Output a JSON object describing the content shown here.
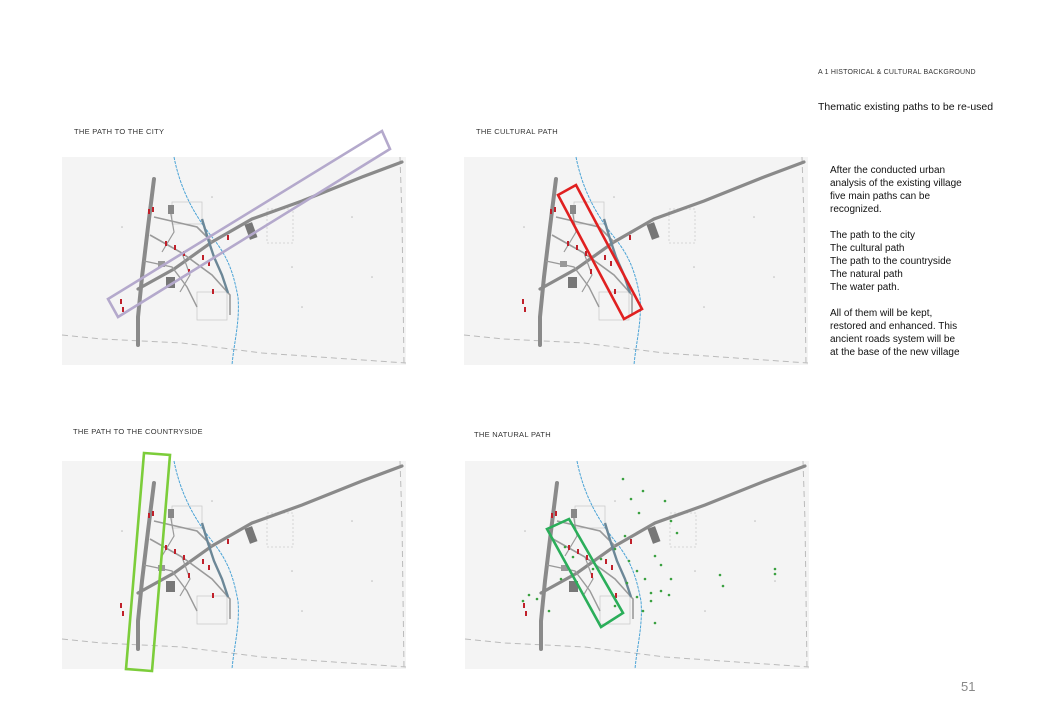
{
  "header": {
    "section": "A 1 HISTORICAL & CULTURAL BACKGROUND",
    "subtitle": "Thematic existing paths to be re-used"
  },
  "panels": [
    {
      "id": "city",
      "label": "THE PATH TO THE CITY",
      "highlight_color": "#b4a9cc"
    },
    {
      "id": "cultural",
      "label": "THE CULTURAL PATH",
      "highlight_color": "#e02020"
    },
    {
      "id": "countryside",
      "label": "THE PATH TO THE COUNTRYSIDE",
      "highlight_color": "#7ccd3a"
    },
    {
      "id": "natural",
      "label": "THE NATURAL PATH",
      "highlight_color": "#2bae5a"
    }
  ],
  "description": {
    "intro": [
      "After the conducted urban",
      "analysis of the existing village",
      "five main paths can be",
      "recognized."
    ],
    "paths": [
      "The path to the city",
      "The cultural path",
      "The path to the countryside",
      "The natural path",
      "The water path."
    ],
    "conclusion": [
      "All of them will be kept,",
      "restored and enhanced. This",
      "ancient roads system will be",
      "at the base of the new village"
    ]
  },
  "page_number": "51",
  "colors": {
    "road": "#8a8a8a",
    "river": "#4aa3d6",
    "heritage": "#c0202a",
    "vegetation": "#3aa040",
    "map_bg": "#f4f4f4"
  }
}
